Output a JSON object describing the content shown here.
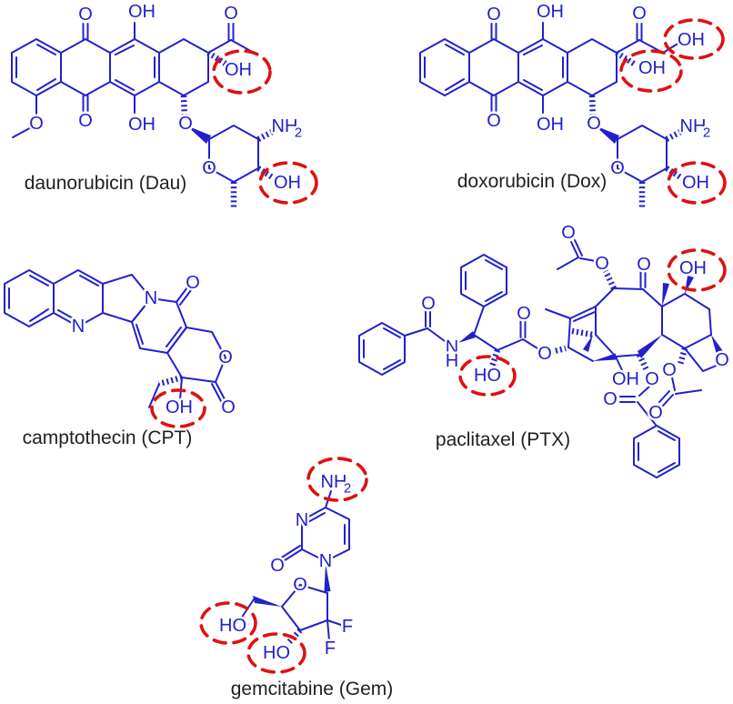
{
  "figure": {
    "description": "Chemical structures of five anticancer drugs with hydroxyl and amino groups highlighted by red dashed circles",
    "colors": {
      "structure_blue": "#2121cd",
      "highlight_red": "#df1111",
      "caption_black": "#1f1f1f",
      "background": "#ffffff"
    },
    "molecules": {
      "dau": {
        "name": "daunorubicin (Dau)",
        "highlighted": [
          "OH",
          "OH"
        ],
        "atoms": {
          "quinone_o_top": "O",
          "phenol_oh_top": "OH",
          "acetyl_o": "O",
          "c9_oh": "OH",
          "methoxy_o": "O",
          "quinone_o_bottom": "O",
          "phenol_oh_bottom": "OH",
          "glycosidic_o": "O",
          "sugar_ring_o": "O",
          "amine_nh": "NH",
          "amine_sub": "2",
          "sugar_oh": "OH"
        }
      },
      "dox": {
        "name": "doxorubicin (Dox)",
        "highlighted": [
          "OH",
          "OH",
          "OH"
        ],
        "atoms": {
          "quinone_o_top": "O",
          "phenol_oh_top": "OH",
          "carbonyl_o": "O",
          "ch2_oh": "OH",
          "c9_oh": "OH",
          "quinone_o_bottom": "O",
          "phenol_oh_bottom": "OH",
          "glycosidic_o": "O",
          "sugar_ring_o": "O",
          "amine_nh": "NH",
          "amine_sub": "2",
          "sugar_oh": "OH"
        }
      },
      "cpt": {
        "name": "camptothecin (CPT)",
        "highlighted": [
          "OH"
        ],
        "atoms": {
          "quinoline_n": "N",
          "lactam_n": "N",
          "lactam_o": "O",
          "lactone_ring_o": "O",
          "lactone_o": "O",
          "c20_oh": "OH"
        }
      },
      "ptx": {
        "name": "paclitaxel (PTX)",
        "highlighted": [
          "HO",
          "OH"
        ],
        "atoms": {
          "benzamide_o": "O",
          "amide_n": "N",
          "amide_h": "H",
          "c2p_ho": "HO",
          "ester_carbonyl_o": "O",
          "ester_o": "O",
          "ac10_ester_o": "O",
          "ac10_carbonyl_o": "O",
          "ketone_o": "O",
          "c7_oh": "OH",
          "oxetane_o": "O",
          "c1_oh": "OH",
          "benzoate_ester_o": "O",
          "benzoate_carbonyl_o": "O",
          "ac4_ester_o": "O",
          "ac4_carbonyl_o": "O"
        }
      },
      "gem": {
        "name": "gemcitabine (Gem)",
        "highlighted": [
          "NH2",
          "HO",
          "HO"
        ],
        "atoms": {
          "amine_nh": "NH",
          "amine_sub": "2",
          "n3": "N",
          "n1": "N",
          "c2_o": "O",
          "ring_o": "O",
          "f1": "F",
          "f2": "F",
          "c5p_ho": "HO",
          "c3p_ho": "HO"
        }
      }
    }
  }
}
